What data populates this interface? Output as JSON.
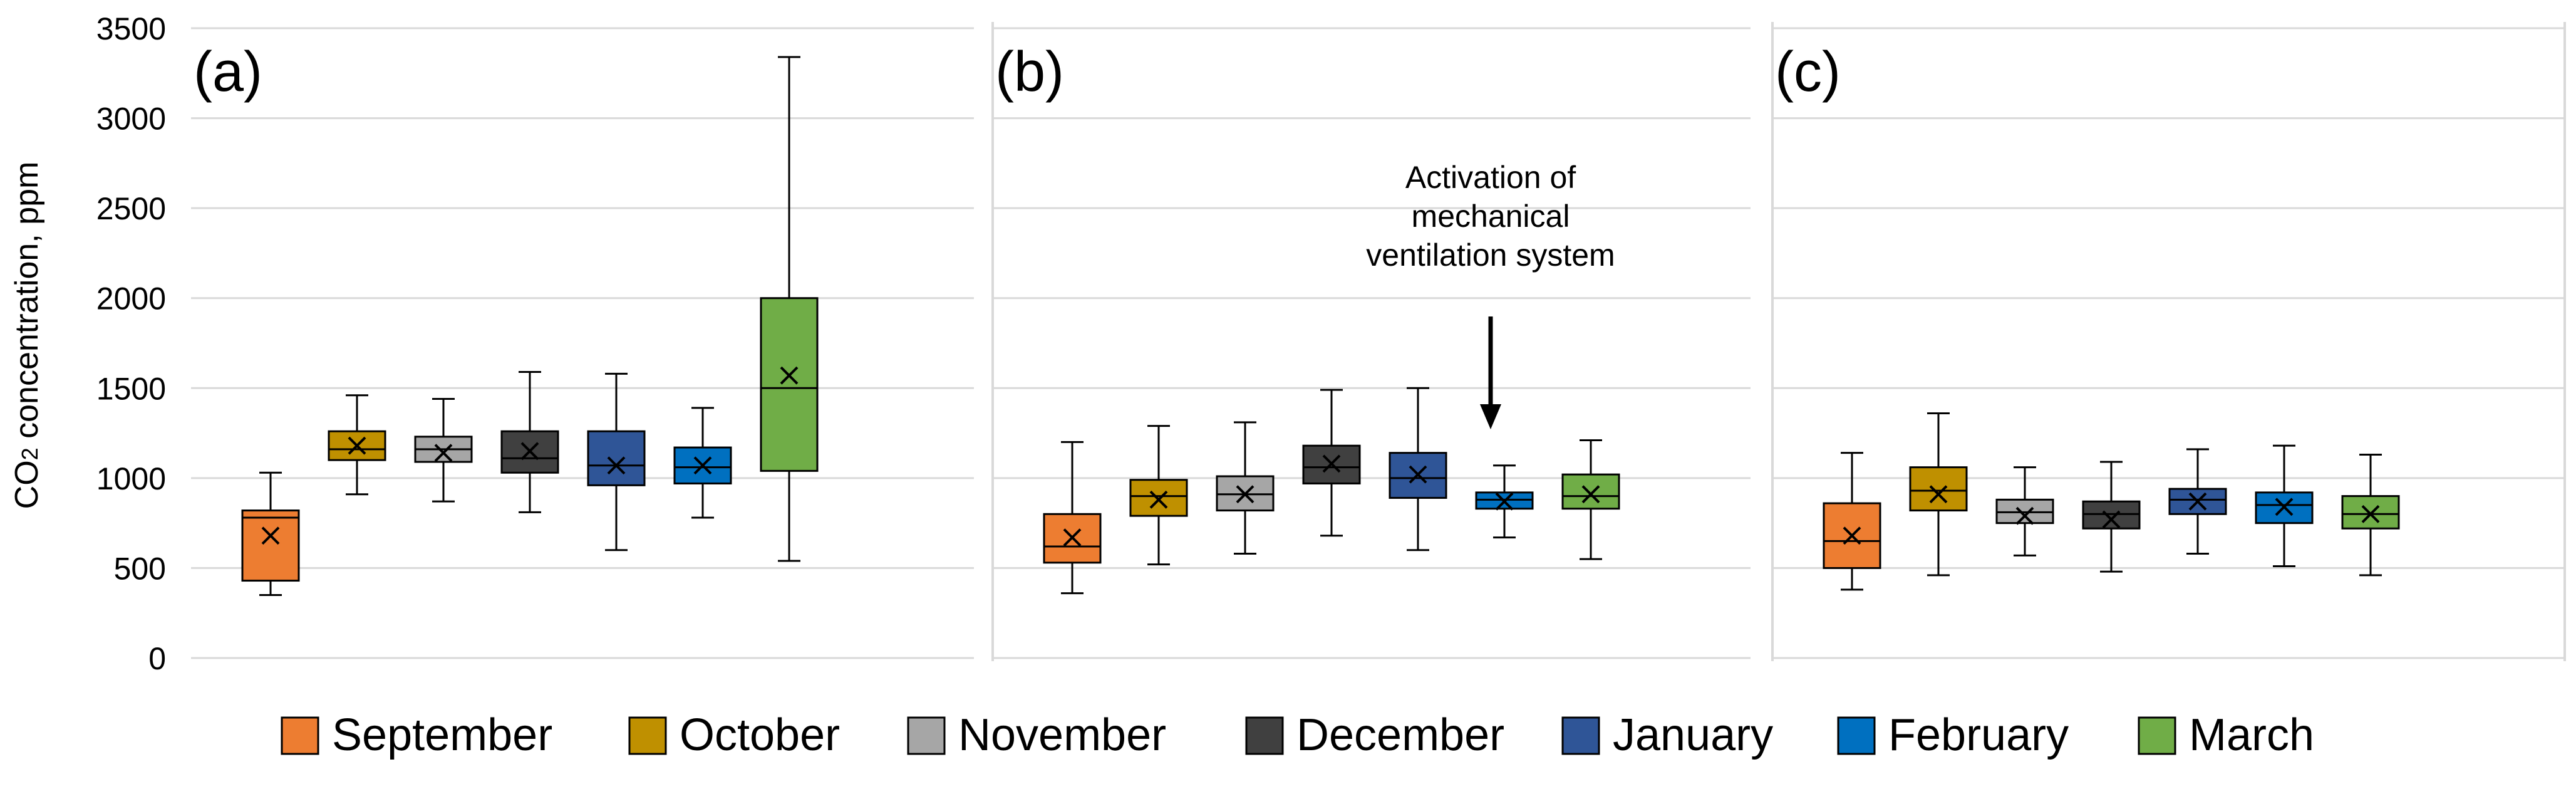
{
  "chart_data": {
    "type": "box",
    "ylabel_prefix": "CO",
    "ylabel_sub": "2",
    "ylabel_suffix": " concentration, ppm",
    "ylim": [
      0,
      3500
    ],
    "yticks": [
      0,
      500,
      1000,
      1500,
      2000,
      2500,
      3000,
      3500
    ],
    "grid": true,
    "legend_position": "bottom",
    "series": [
      {
        "name": "September",
        "color": "#ED7D31"
      },
      {
        "name": "October",
        "color": "#BF9000"
      },
      {
        "name": "November",
        "color": "#A6A6A6"
      },
      {
        "name": "December",
        "color": "#404040"
      },
      {
        "name": "January",
        "color": "#2F5597"
      },
      {
        "name": "February",
        "color": "#0070C0"
      },
      {
        "name": "March",
        "color": "#70AD47"
      }
    ],
    "panels": [
      {
        "label": "(a)",
        "boxes": [
          {
            "min": 350,
            "q1": 430,
            "median": 780,
            "q3": 820,
            "max": 1030,
            "mean": 680
          },
          {
            "min": 910,
            "q1": 1100,
            "median": 1160,
            "q3": 1260,
            "max": 1460,
            "mean": 1180
          },
          {
            "min": 870,
            "q1": 1090,
            "median": 1160,
            "q3": 1230,
            "max": 1440,
            "mean": 1140
          },
          {
            "min": 810,
            "q1": 1030,
            "median": 1110,
            "q3": 1260,
            "max": 1590,
            "mean": 1150
          },
          {
            "min": 600,
            "q1": 960,
            "median": 1070,
            "q3": 1260,
            "max": 1580,
            "mean": 1070
          },
          {
            "min": 780,
            "q1": 970,
            "median": 1060,
            "q3": 1170,
            "max": 1390,
            "mean": 1070
          },
          {
            "min": 540,
            "q1": 1040,
            "median": 1500,
            "q3": 2000,
            "max": 3340,
            "mean": 1570
          }
        ]
      },
      {
        "label": "(b)",
        "annotation": [
          "Activation of",
          "mechanical",
          "ventilation system"
        ],
        "boxes": [
          {
            "min": 360,
            "q1": 530,
            "median": 620,
            "q3": 800,
            "max": 1200,
            "mean": 670
          },
          {
            "min": 520,
            "q1": 790,
            "median": 900,
            "q3": 990,
            "max": 1290,
            "mean": 880
          },
          {
            "min": 580,
            "q1": 820,
            "median": 910,
            "q3": 1010,
            "max": 1310,
            "mean": 910
          },
          {
            "min": 680,
            "q1": 970,
            "median": 1060,
            "q3": 1180,
            "max": 1490,
            "mean": 1080
          },
          {
            "min": 600,
            "q1": 890,
            "median": 1000,
            "q3": 1140,
            "max": 1500,
            "mean": 1020
          },
          {
            "min": 670,
            "q1": 830,
            "median": 880,
            "q3": 920,
            "max": 1070,
            "mean": 870
          },
          {
            "min": 550,
            "q1": 830,
            "median": 900,
            "q3": 1020,
            "max": 1210,
            "mean": 910
          }
        ]
      },
      {
        "label": "(c)",
        "boxes": [
          {
            "min": 380,
            "q1": 500,
            "median": 650,
            "q3": 860,
            "max": 1140,
            "mean": 680
          },
          {
            "min": 460,
            "q1": 820,
            "median": 930,
            "q3": 1060,
            "max": 1360,
            "mean": 910
          },
          {
            "min": 570,
            "q1": 750,
            "median": 810,
            "q3": 880,
            "max": 1060,
            "mean": 790
          },
          {
            "min": 480,
            "q1": 720,
            "median": 800,
            "q3": 870,
            "max": 1090,
            "mean": 770
          },
          {
            "min": 580,
            "q1": 800,
            "median": 880,
            "q3": 940,
            "max": 1160,
            "mean": 870
          },
          {
            "min": 510,
            "q1": 750,
            "median": 850,
            "q3": 920,
            "max": 1180,
            "mean": 840
          },
          {
            "min": 460,
            "q1": 720,
            "median": 800,
            "q3": 900,
            "max": 1130,
            "mean": 800
          }
        ]
      }
    ]
  }
}
